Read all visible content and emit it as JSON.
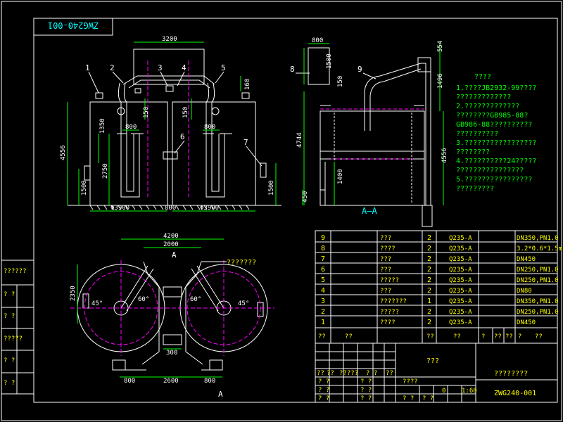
{
  "drawing_number_top": "ZWG240-001",
  "front_view": {
    "callouts": [
      "1",
      "2",
      "3",
      "4",
      "5",
      "6",
      "7"
    ],
    "dims": {
      "top_width": "3200",
      "d3900_left": "Φ3900",
      "d3900_right": "Φ3900",
      "gap_800": "800",
      "total_h": "4556",
      "h1350": "1350",
      "h2750": "2750",
      "h1500_left": "1500",
      "h1500_right": "1500",
      "h150_a": "150",
      "h150_b": "150",
      "h160": "160",
      "w800_a": "800",
      "w800_b": "800"
    }
  },
  "side_view": {
    "callouts": [
      "8",
      "9"
    ],
    "section_label": "A—A",
    "dims": {
      "w800": "800",
      "h1500": "1500",
      "h150": "150",
      "h4744": "4744",
      "h1400": "1400",
      "h450": "450",
      "h554": "554",
      "h1496": "1496",
      "h4556": "4556"
    }
  },
  "plan_view": {
    "marker_a": "A",
    "marker_a_bottom": "A",
    "note_label": "???????",
    "dims": {
      "w4200": "4200",
      "w2000": "2000",
      "h2350": "2350",
      "w300": "300",
      "w800": "800",
      "w2600": "2600",
      "w800b": "800",
      "ang_a": "60°",
      "ang_b": "60°",
      "ang_c": "45°",
      "ang_d": "45°"
    }
  },
  "notes": {
    "title": "????",
    "lines": [
      "1.????JB2932-99????",
      "  ?????????????",
      "2.?????????????",
      "  ????????GB985-88?",
      "  GB986-88??????????",
      "  ??????????",
      "3.?????????????????",
      "  ????????",
      "4.??????????24?????",
      "  ????????????????",
      "5.????????????????",
      "  ?????????"
    ]
  },
  "bom": {
    "rows": [
      {
        "no": "9",
        "name": "???",
        "qty": "2",
        "material": "Q235-A",
        "spec": "DN350,PN1.0"
      },
      {
        "no": "8",
        "name": "????",
        "qty": "2",
        "material": "Q235-A",
        "spec": "3.2*0.6*1.5m"
      },
      {
        "no": "7",
        "name": "???",
        "qty": "2",
        "material": "Q235-A",
        "spec": "DN450"
      },
      {
        "no": "6",
        "name": "???",
        "qty": "2",
        "material": "Q235-A",
        "spec": "DN250,PN1.0"
      },
      {
        "no": "5",
        "name": "?????",
        "qty": "2",
        "material": "Q235-A",
        "spec": "DN250,PN1.0"
      },
      {
        "no": "4",
        "name": "???",
        "qty": "2",
        "material": "Q235-A",
        "spec": "DN80"
      },
      {
        "no": "3",
        "name": "???????",
        "qty": "1",
        "material": "Q235-A",
        "spec": "DN350,PN1.0"
      },
      {
        "no": "2",
        "name": "?????",
        "qty": "2",
        "material": "Q235-A",
        "spec": "DN250,PN1.0"
      },
      {
        "no": "1",
        "name": "????",
        "qty": "2",
        "material": "Q235-A",
        "spec": "DN450"
      }
    ],
    "header": {
      "no": "??",
      "name": "??",
      "qty": "??",
      "material": "??",
      "c5": "?",
      "c6": "??",
      "c7": "??",
      "c8": "?",
      "c9": "?",
      "spec": "??"
    }
  },
  "title_block": {
    "title": "???",
    "company": "????????",
    "drawing_no": "ZWG240-001",
    "scale": "1:60",
    "sheet": "0",
    "cells": [
      "??",
      "??",
      "?????",
      "? ?",
      "??",
      "? ?",
      "? ?",
      "? ?",
      "? ?",
      "????",
      "? ?",
      "? ?",
      "? ?",
      "? ?"
    ]
  },
  "left_strip": [
    "??????",
    "?  ?",
    "?  ?",
    "?????",
    "?  ?",
    "?  ?"
  ]
}
